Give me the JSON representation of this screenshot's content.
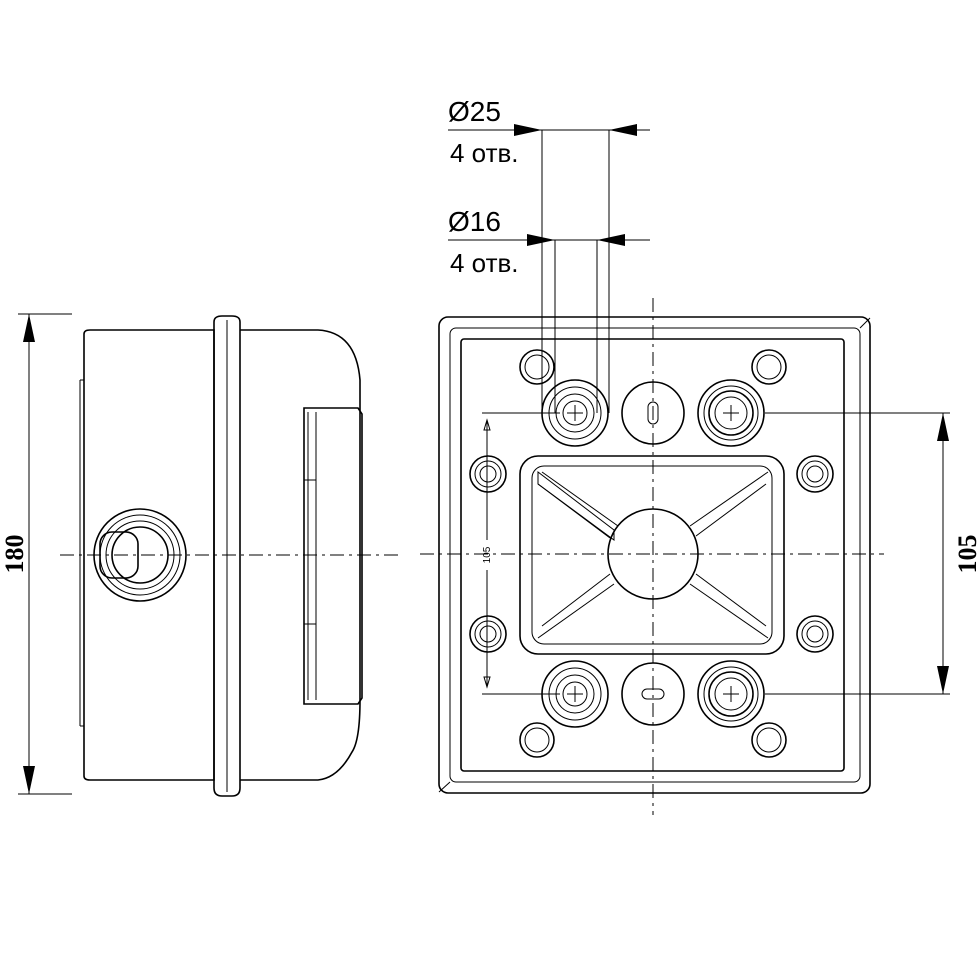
{
  "dimensions": {
    "height": "180",
    "hole_spacing": "105",
    "inner_spacing": "105"
  },
  "holes": {
    "large": {
      "diameter": "Ø25",
      "count": "4 отв."
    },
    "small": {
      "diameter": "Ø16",
      "count": "4 отв."
    }
  }
}
